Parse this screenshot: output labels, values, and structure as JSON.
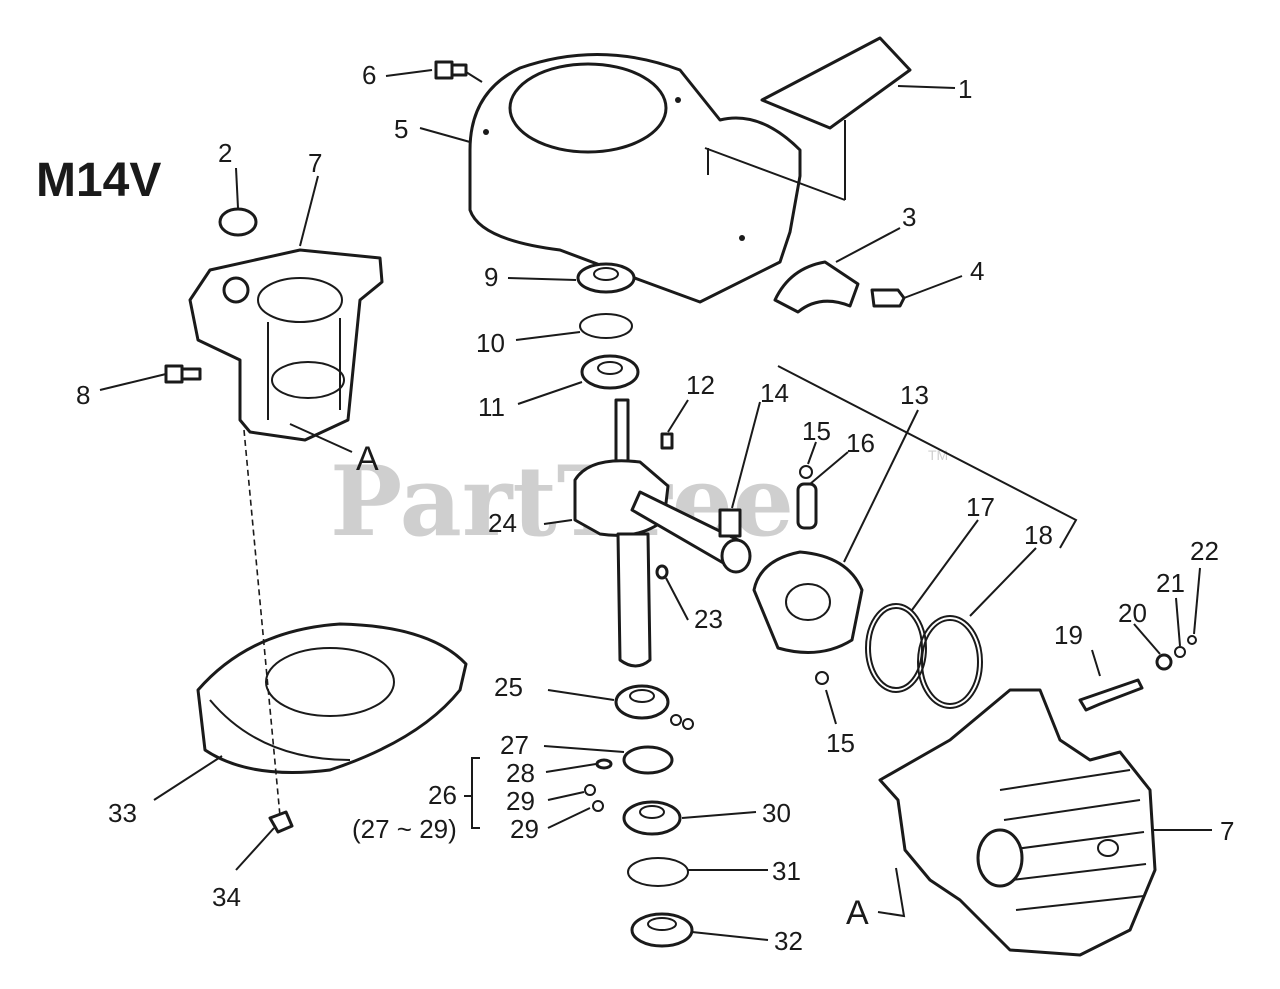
{
  "diagram": {
    "model": "M14V",
    "watermark": "PartTree",
    "watermark_tm": "TM",
    "callouts": {
      "c1": "1",
      "c2": "2",
      "c3": "3",
      "c4": "4",
      "c5": "5",
      "c6": "6",
      "c7a": "7",
      "c7b": "7",
      "c8": "8",
      "c9": "9",
      "c10": "10",
      "c11": "11",
      "c12": "12",
      "c13": "13",
      "c14": "14",
      "c15a": "15",
      "c15b": "15",
      "c16": "16",
      "c17": "17",
      "c18": "18",
      "c19": "19",
      "c20": "20",
      "c21": "21",
      "c22": "22",
      "c23": "23",
      "c24": "24",
      "c25": "25",
      "c26": "26",
      "c27": "27",
      "c28": "28",
      "c29a": "29",
      "c29b": "29",
      "c27_29": "(27 ~ 29)",
      "c30": "30",
      "c31": "31",
      "c32": "32",
      "c33": "33",
      "c34": "34",
      "refA1": "A",
      "refA2": "A"
    }
  }
}
